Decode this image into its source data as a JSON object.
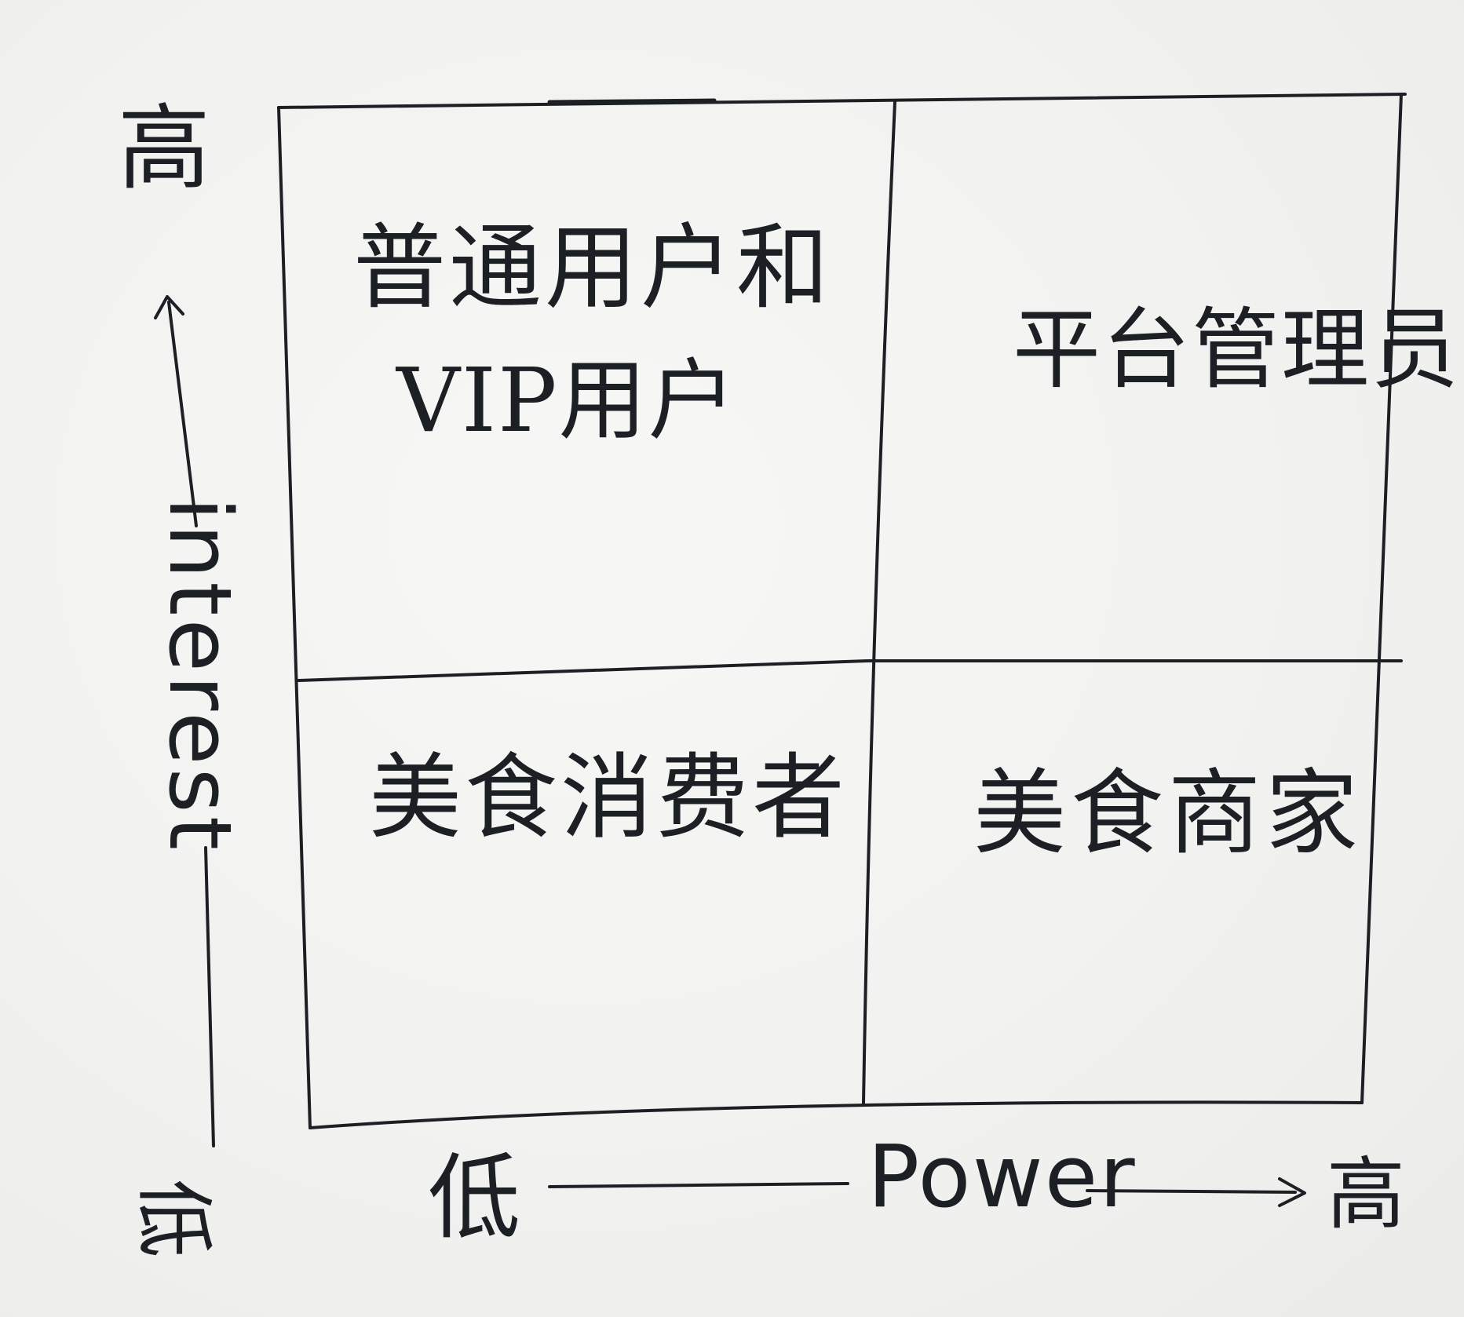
{
  "quadrants": {
    "top_left_line1": "普通用户和",
    "top_left_line2": "VIP用户",
    "top_right": "平台管理员",
    "bottom_left": "美食消费者",
    "bottom_right": "美食商家"
  },
  "x_axis": {
    "title": "Power",
    "low": "低",
    "high": "高"
  },
  "y_axis": {
    "title": "interest",
    "low": "低",
    "high": "高"
  },
  "colors": {
    "ink": "#1c1f24",
    "paper": "#f2f2f0"
  }
}
